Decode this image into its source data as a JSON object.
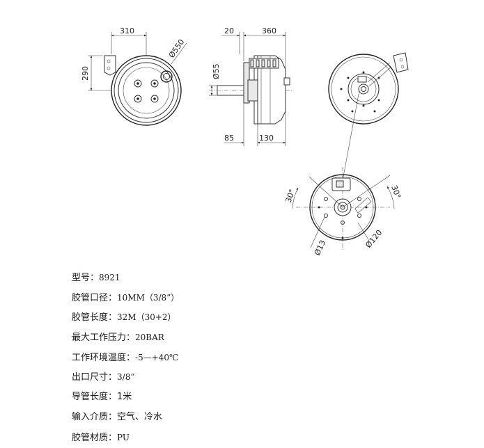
{
  "dimensions": {
    "front_width": "310",
    "front_diameter": "Ø550",
    "front_height": "290",
    "side_offset": "20",
    "side_width": "360",
    "shaft_diameter": "Ø55",
    "side_bottom_left": "85",
    "side_bottom_right": "130",
    "detail_angle_left": "30°",
    "detail_angle_right": "30°",
    "hole_diameter": "Ø13",
    "bolt_circle": "Ø120"
  },
  "specs": [
    {
      "label": "型号：",
      "value": "8921"
    },
    {
      "label": "胶管口径：",
      "value": "10MM（3/8”）"
    },
    {
      "label": "胶管长度：",
      "value": "32M（30+2）"
    },
    {
      "label": "最大工作压力：",
      "value": "20BAR"
    },
    {
      "label": "工作环境温度：",
      "value": "-5—+40℃"
    },
    {
      "label": "出口尺寸：",
      "value": "3/8”"
    },
    {
      "label": "导管长度：",
      "value": "1米"
    },
    {
      "label": "输入介质：",
      "value": "空气、冷水"
    },
    {
      "label": "胶管材质：",
      "value": "PU"
    }
  ]
}
